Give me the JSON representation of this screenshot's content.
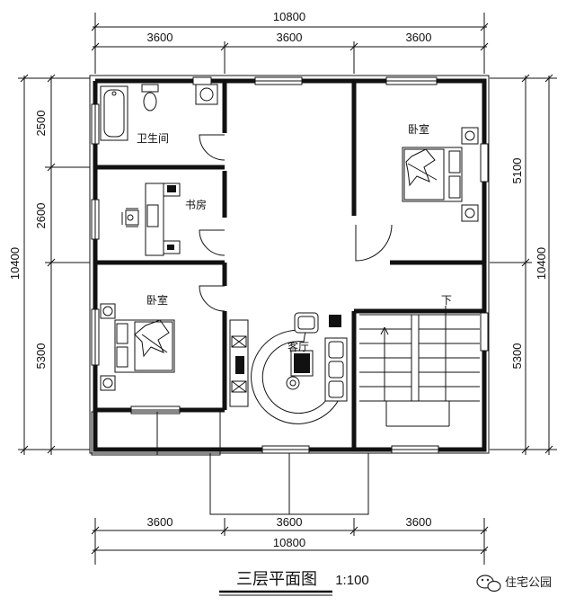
{
  "dimensions": {
    "top_total": "10800",
    "top_bays": [
      "3600",
      "3600",
      "3600"
    ],
    "bottom_bays": [
      "3600",
      "3600",
      "3600"
    ],
    "bottom_total": "10800",
    "left_segments": [
      "2500",
      "2600",
      "5300"
    ],
    "left_total": "10400",
    "right_segments": [
      "5100",
      "5300"
    ],
    "right_total": "10400"
  },
  "rooms": {
    "bathroom": "卫生间",
    "study": "书房",
    "bedroom_left": "卧室",
    "bedroom_right": "卧室",
    "living": "客厅",
    "stair_down": "下"
  },
  "title": "三层平面图",
  "scale": "1:100",
  "watermark": "住宅公园"
}
